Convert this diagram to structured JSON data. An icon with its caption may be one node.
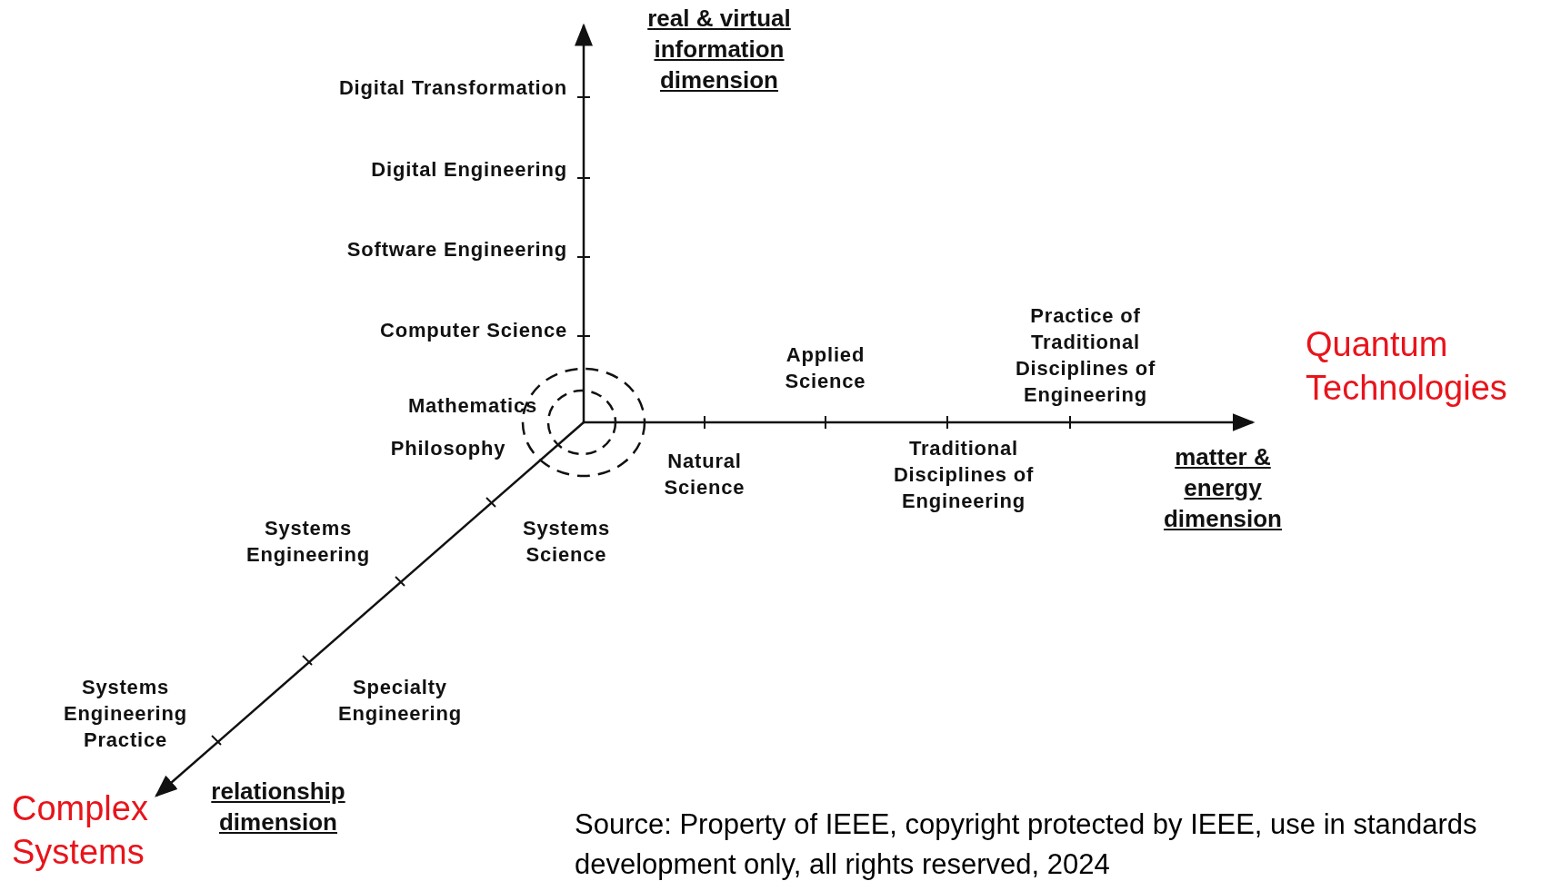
{
  "diagram": {
    "labels": [
      "real & virtual information dimension",
      "Digital Transformation",
      "Digital Engineering",
      "Software Engineering",
      "Computer Science",
      "Mathematics",
      "Applied Science",
      "Practice of Traditional Disciplines of Engineering",
      "Quantum Technologies",
      "Philosophy",
      "Natural Science",
      "Traditional Disciplines of Engineering",
      "matter & energy dimension",
      "Systems Engineering",
      "Systems Science",
      "Systems Engineering Practice",
      "Specialty Engineering",
      "relationship dimension",
      "Complex Systems",
      "Source: Property of IEEE, copyright protected by IEEE, use in standards development only, all rights reserved, 2024"
    ]
  }
}
